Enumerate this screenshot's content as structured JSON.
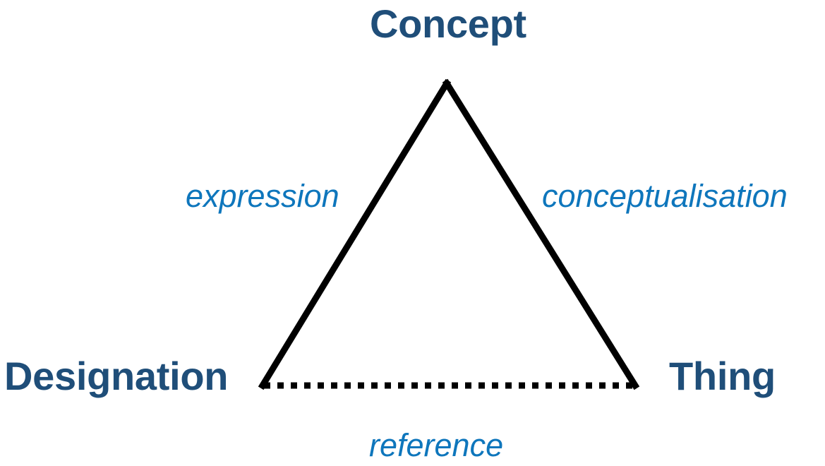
{
  "diagram": {
    "type": "semiotic-triangle",
    "background_color": "#FFFFFF",
    "vertex_color": "#1F4E79",
    "edge_label_color": "#0E76BC",
    "line_color": "#000000",
    "vertices": [
      {
        "id": "concept",
        "label": "Concept",
        "position": "top"
      },
      {
        "id": "designation",
        "label": "Designation",
        "position": "bottom-left"
      },
      {
        "id": "thing",
        "label": "Thing",
        "position": "bottom-right"
      }
    ],
    "edges": [
      {
        "id": "expression",
        "label": "expression",
        "from": "concept",
        "to": "designation",
        "style": "solid"
      },
      {
        "id": "conceptualisation",
        "label": "conceptualisation",
        "from": "concept",
        "to": "thing",
        "style": "solid"
      },
      {
        "id": "reference",
        "label": "reference",
        "from": "designation",
        "to": "thing",
        "style": "dotted"
      }
    ]
  }
}
